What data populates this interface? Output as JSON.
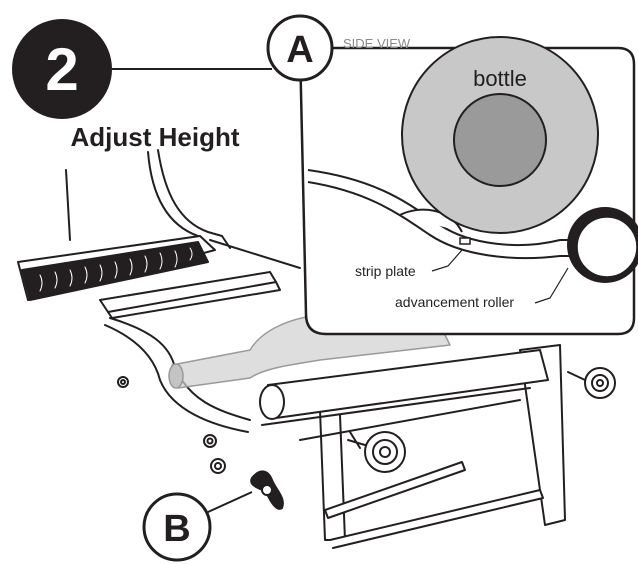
{
  "step": {
    "number": "2",
    "title": "Adjust Height"
  },
  "callouts": {
    "a": "A",
    "b": "B"
  },
  "inset": {
    "view_label": "SIDE VIEW",
    "bottle_label": "bottle",
    "strip_plate_label": "strip plate",
    "roller_label": "advancement roller"
  },
  "colors": {
    "ink": "#231f20",
    "bottle_outer": "#c8c8c8",
    "bottle_inner": "#9a9a9a",
    "ghost_bottle": "#d0d0d0",
    "view_label": "#8a8a8a"
  }
}
